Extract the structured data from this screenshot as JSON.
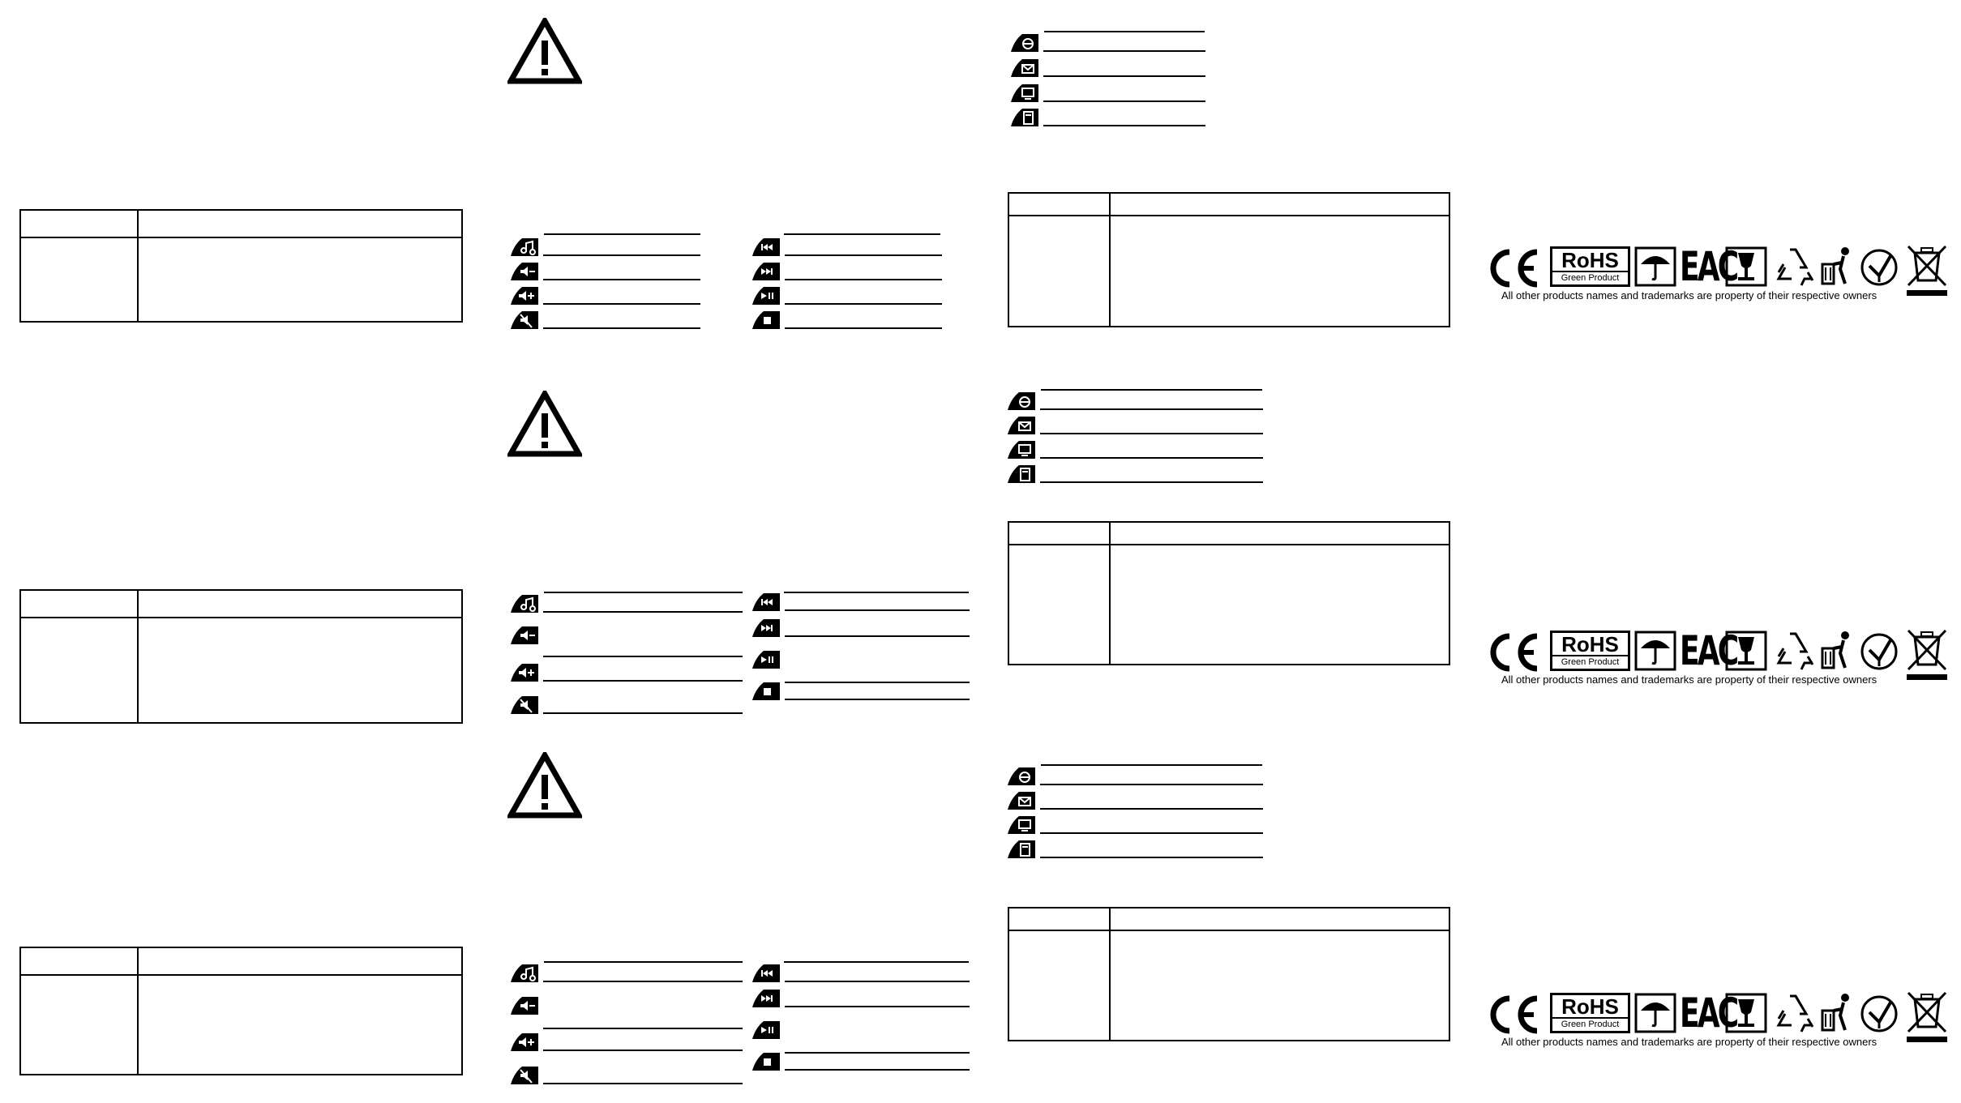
{
  "page": {
    "description_lines": ""
  },
  "icons": {
    "music": "music-note-icon",
    "vol_down": "volume-down-icon",
    "vol_up": "volume-up-icon",
    "mute": "mute-icon",
    "prev": "previous-track-icon",
    "next": "next-track-icon",
    "play_pause": "play-pause-icon",
    "stop": "stop-icon",
    "browser": "browser-icon",
    "mail": "mail-icon",
    "my_computer": "my-computer-icon",
    "calculator": "calculator-icon"
  },
  "certification": {
    "marks": [
      "CE",
      "RoHS",
      "EAC"
    ],
    "rohs_top": "RoHS",
    "rohs_bottom": "Green Product",
    "eac": "EAC",
    "owners_text": "All other products names and trademarks are property of their respective owners"
  }
}
